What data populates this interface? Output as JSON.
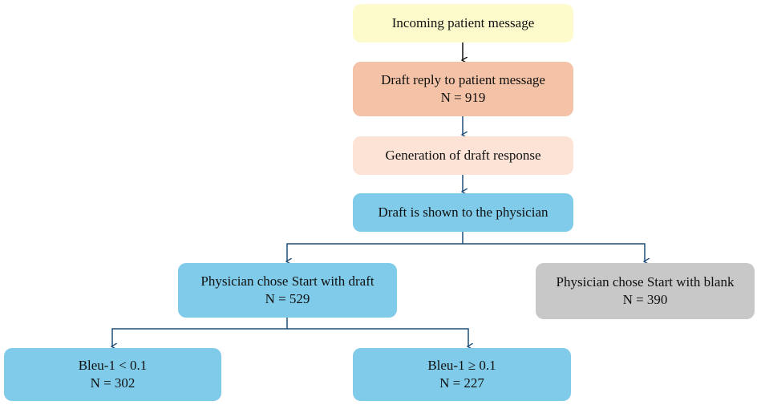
{
  "nodes": {
    "incoming": {
      "line1": "Incoming patient message",
      "color": "#fdfbcc"
    },
    "draft_reply": {
      "line1": "Draft reply to patient message",
      "line2": "N = 919",
      "color": "#f4c2a6"
    },
    "generation": {
      "line1": "Generation of draft response",
      "color": "#fce3d6"
    },
    "shown": {
      "line1": "Draft is shown to the physician",
      "color": "#7fcbe9"
    },
    "start_draft": {
      "line1": "Physician chose Start with draft",
      "line2": "N = 529",
      "color": "#7fcbe9"
    },
    "start_blank": {
      "line1": "Physician chose Start with blank",
      "line2": "N = 390",
      "color": "#c8c8c8"
    },
    "bleu_low": {
      "line1": "Bleu-1 < 0.1",
      "line2": "N = 302",
      "color": "#7fcbe9"
    },
    "bleu_high": {
      "line1": "Bleu-1 ≥ 0.1",
      "line2": "N = 227",
      "color": "#7fcbe9"
    }
  },
  "edges": [
    {
      "from": "incoming",
      "to": "draft_reply",
      "color": "#111111"
    },
    {
      "from": "draft_reply",
      "to": "generation",
      "color": "#1f4e79"
    },
    {
      "from": "generation",
      "to": "shown",
      "color": "#1f4e79"
    },
    {
      "from": "shown",
      "to": "start_draft",
      "color": "#1f4e79"
    },
    {
      "from": "shown",
      "to": "start_blank",
      "color": "#1f4e79"
    },
    {
      "from": "start_draft",
      "to": "bleu_low",
      "color": "#1f4e79"
    },
    {
      "from": "start_draft",
      "to": "bleu_high",
      "color": "#1f4e79"
    }
  ]
}
